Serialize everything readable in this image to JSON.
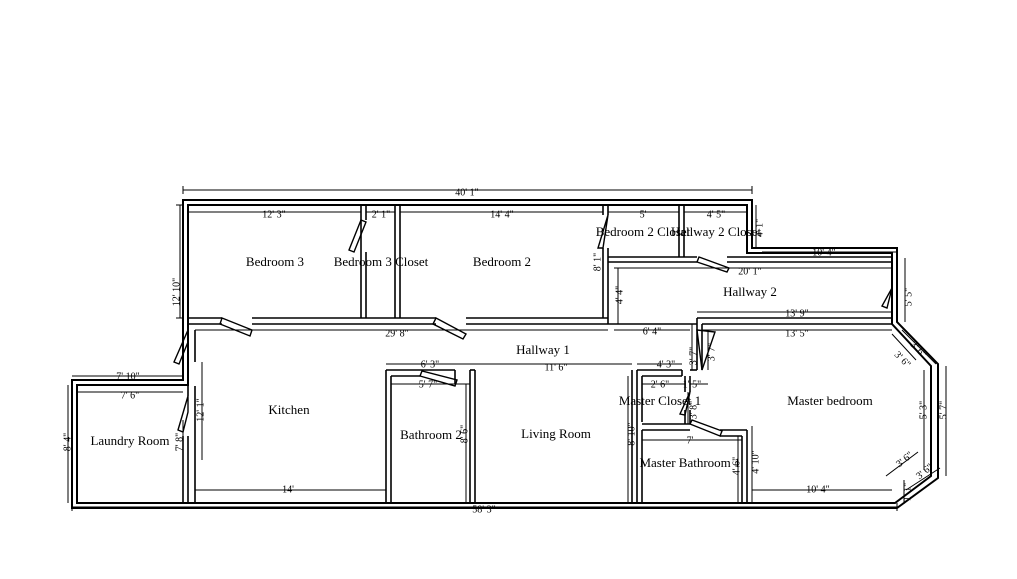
{
  "rooms": [
    {
      "id": "bedroom-3",
      "label": "Bedroom 3"
    },
    {
      "id": "bedroom-3-closet",
      "label": "Bedroom 3 Closet"
    },
    {
      "id": "bedroom-2",
      "label": "Bedroom 2"
    },
    {
      "id": "bedroom-2-closet",
      "label": "Bedroom 2 Closet"
    },
    {
      "id": "hallway-2-closet",
      "label": "Hallway 2 Closet"
    },
    {
      "id": "hallway-2",
      "label": "Hallway 2"
    },
    {
      "id": "hallway-1",
      "label": "Hallway 1"
    },
    {
      "id": "kitchen",
      "label": "Kitchen"
    },
    {
      "id": "laundry-room",
      "label": "Laundry Room"
    },
    {
      "id": "bathroom-2",
      "label": "Bathroom 2"
    },
    {
      "id": "living-room",
      "label": "Living Room"
    },
    {
      "id": "master-closet-1",
      "label": "Master Closet 1"
    },
    {
      "id": "master-bathroom-1",
      "label": "Master Bathroom 1"
    },
    {
      "id": "master-bedroom",
      "label": "Master bedroom"
    }
  ],
  "dimensions": {
    "top_total": "40' 1\"",
    "bottom_total": "58' 3\"",
    "bedroom3_width": "12' 3\"",
    "bedroom3_closet_width": "2' 1\"",
    "bedroom2_width": "14' 4\"",
    "bedroom2_closet_width": "5'",
    "hallway2_closet_width": "4' 5\"",
    "hallway2_closet_depth": "4' 1\"",
    "bedroom2_closet_depth": "8' 1\"",
    "left_upper_height": "12' 10\"",
    "hallway1_length": "29' 8\"",
    "hallway2_upper_width": "10' 4\"",
    "hallway2_length": "20' 1\"",
    "hallway2_depth": "4' 4\"",
    "right_upper_height": "5' 5\"",
    "master_top_outer": "13' 9\"",
    "master_top_inner": "13' 5\"",
    "hall_stub": "6' 4\"",
    "step_height": "3' 7\"",
    "step_height_inner": "3' 7\"",
    "bay_upper_outer": "3' 6\"",
    "bay_upper_inner": "3' 6\"",
    "bay_mid_inner": "5' 3\"",
    "bay_mid_outer": "5' 7\"",
    "bay_lower_inner": "3' 6\"",
    "bay_lower_outer": "3' 6\"",
    "bay_small": "1' 1\"",
    "laundry_outer_width": "7' 10\"",
    "laundry_inner_width": "7' 6\"",
    "laundry_height": "8' 4\"",
    "laundry_inner_height": "7' 8\"",
    "kitchen_height": "12' 1\"",
    "kitchen_width": "14'",
    "bathroom2_outer_width": "6' 3\"",
    "bathroom2_inner_width": "5' 7\"",
    "bathroom2_height": "8' 6\"",
    "living_room_width": "11' 6\"",
    "living_room_height": "8' 10\"",
    "master_closet_outer_width": "4' 3\"",
    "master_closet_inner_width": "2' 6\"",
    "master_closet_door": "1' 5\"",
    "master_closet_height": "3' 8\"",
    "master_bath_width": "7'",
    "master_bath_height": "4' 6\"",
    "master_bed_height": "4' 10\"",
    "master_bed_bottom": "10' 4\""
  }
}
